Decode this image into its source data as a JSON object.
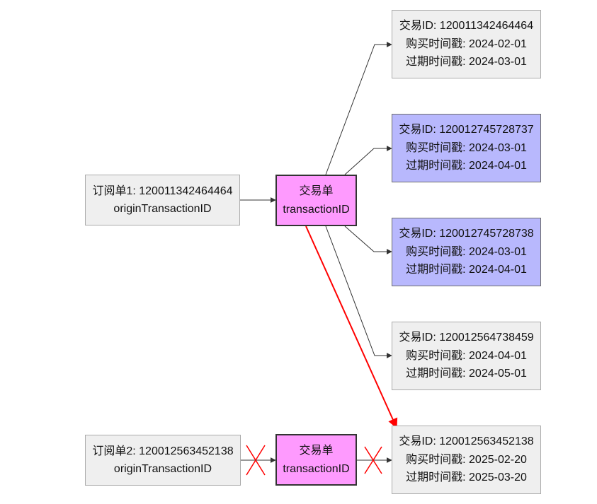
{
  "colors": {
    "grey_fill": "#efefef",
    "blue_fill": "#b8b8fd",
    "pink_fill": "#fe9afe",
    "edge": "#333333",
    "highlight_edge": "#ff0000"
  },
  "subscriptions": [
    {
      "title": "订阅单1: 120011342464464",
      "field": "originTransactionID"
    },
    {
      "title": "订阅单2: 120012563452138",
      "field": "originTransactionID"
    }
  ],
  "hubs": [
    {
      "title": "交易单",
      "field": "transactionID"
    },
    {
      "title": "交易单",
      "field": "transactionID"
    }
  ],
  "transactions": [
    {
      "id_line": "交易ID: 120011342464464",
      "purchase_line": "购买时间戳: 2024-02-01",
      "expire_line": "过期时间戳: 2024-03-01",
      "highlight": false
    },
    {
      "id_line": "交易ID: 120012745728737",
      "purchase_line": "购买时间戳: 2024-03-01",
      "expire_line": "过期时间戳: 2024-04-01",
      "highlight": true
    },
    {
      "id_line": "交易ID: 120012745728738",
      "purchase_line": "购买时间戳: 2024-03-01",
      "expire_line": "过期时间戳: 2024-04-01",
      "highlight": true
    },
    {
      "id_line": "交易ID: 120012564738459",
      "purchase_line": "购买时间戳: 2024-04-01",
      "expire_line": "过期时间戳: 2024-05-01",
      "highlight": false
    },
    {
      "id_line": "交易ID: 120012563452138",
      "purchase_line": "购买时间戳: 2025-02-20",
      "expire_line": "过期时间戳: 2025-03-20",
      "highlight": false
    }
  ],
  "edges": [
    {
      "from": "subscription-1",
      "to": "hub-1",
      "style": "normal"
    },
    {
      "from": "hub-1",
      "to": "transaction-1",
      "style": "normal"
    },
    {
      "from": "hub-1",
      "to": "transaction-2",
      "style": "normal"
    },
    {
      "from": "hub-1",
      "to": "transaction-3",
      "style": "normal"
    },
    {
      "from": "hub-1",
      "to": "transaction-4",
      "style": "normal"
    },
    {
      "from": "hub-1",
      "to": "transaction-5",
      "style": "highlight"
    },
    {
      "from": "subscription-2",
      "to": "hub-2",
      "style": "crossed"
    },
    {
      "from": "hub-2",
      "to": "transaction-5",
      "style": "crossed"
    }
  ]
}
